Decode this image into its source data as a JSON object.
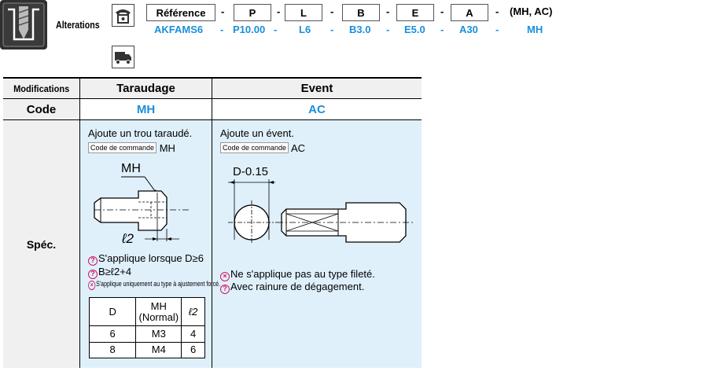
{
  "header": {
    "alterations_label": "Alterations",
    "reference": {
      "boxes": [
        "Référence",
        "P",
        "L",
        "B",
        "E",
        "A"
      ],
      "dash": "-",
      "tail": "(MH, AC)"
    },
    "example": {
      "items": [
        "AKFAMS6",
        "-",
        "P10.00",
        "-",
        "L6",
        "-",
        "B3.0",
        "-",
        "E5.0",
        "-",
        "A30",
        "-",
        "MH"
      ]
    }
  },
  "icons": {
    "logo": "tapped-tool-icon",
    "phone": "phone-icon",
    "truck": "truck-icon",
    "warning_color": "#d0185f",
    "accent_color": "#1a8fd8"
  },
  "table": {
    "col_header_label": "Modifications",
    "columns": [
      "Taraudage",
      "Event"
    ],
    "code_label": "Code",
    "codes": [
      "MH",
      "AC"
    ],
    "spec_label": "Spéc.",
    "taraudage": {
      "desc": "Ajoute un trou taraudé.",
      "cmd_tag": "Code de commande",
      "cmd_value": "MH",
      "drawing_label_mh": "MH",
      "drawing_label_l2": "ℓ2",
      "note1": "S'applique lorsque D≥6",
      "note2": "B≥ℓ2+4",
      "note3": "S'applique uniquement au type à ajustement forcé.",
      "mini_table": {
        "headers": [
          "D",
          "MH\n(Normal)",
          "ℓ2"
        ],
        "header_mh_line1": "MH",
        "header_mh_line2": "(Normal)",
        "rows": [
          [
            "6",
            "M3",
            "4"
          ],
          [
            "8",
            "M4",
            "6"
          ]
        ]
      }
    },
    "event": {
      "desc": "Ajoute un évent.",
      "cmd_tag": "Code de commande",
      "cmd_value": "AC",
      "drawing_label": "D-0.15",
      "note1": "Ne s'applique pas au type fileté.",
      "note2": "Avec rainure de dégagement."
    }
  }
}
